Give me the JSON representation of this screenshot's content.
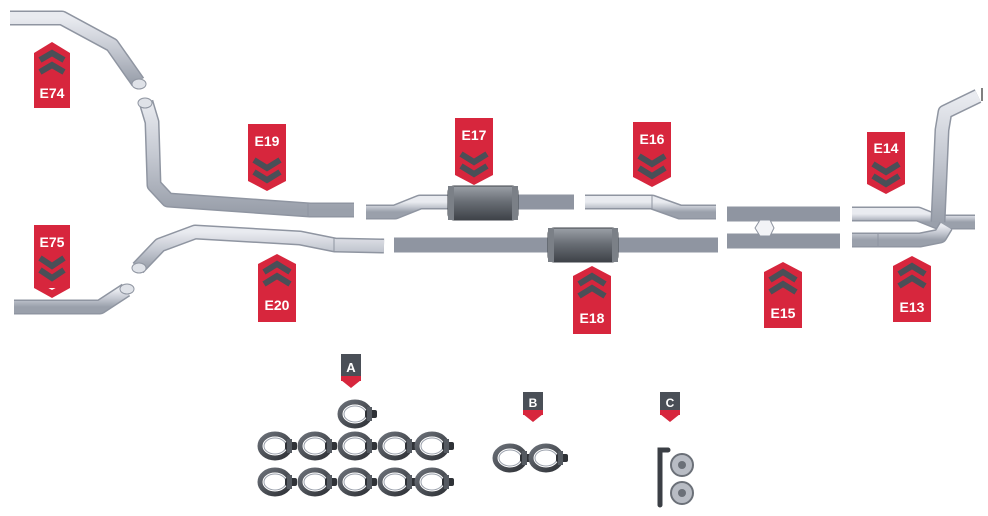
{
  "parts": [
    {
      "id": "e74",
      "label": "E74"
    },
    {
      "id": "e75",
      "label": "E75"
    },
    {
      "id": "e19",
      "label": "E19"
    },
    {
      "id": "e20",
      "label": "E20"
    },
    {
      "id": "e17",
      "label": "E17"
    },
    {
      "id": "e18",
      "label": "E18"
    },
    {
      "id": "e16",
      "label": "E16"
    },
    {
      "id": "e15",
      "label": "E15"
    },
    {
      "id": "e14",
      "label": "E14"
    },
    {
      "id": "e13",
      "label": "E13"
    }
  ],
  "hardware": [
    {
      "id": "a",
      "label": "A",
      "item": "clamps",
      "count": 11
    },
    {
      "id": "b",
      "label": "B",
      "item": "clamps",
      "count": 2
    },
    {
      "id": "c",
      "label": "C",
      "item": "hanger-hardware",
      "count": 2
    }
  ],
  "colors": {
    "tag_red": "#d7263d",
    "chevron_dark": "#4a4f57",
    "pipe_fill": "#c9cdd6",
    "pipe_edge": "#8f95a1",
    "muffler_dark": "#5a5f66",
    "clamp_dark": "#3b3f45"
  }
}
